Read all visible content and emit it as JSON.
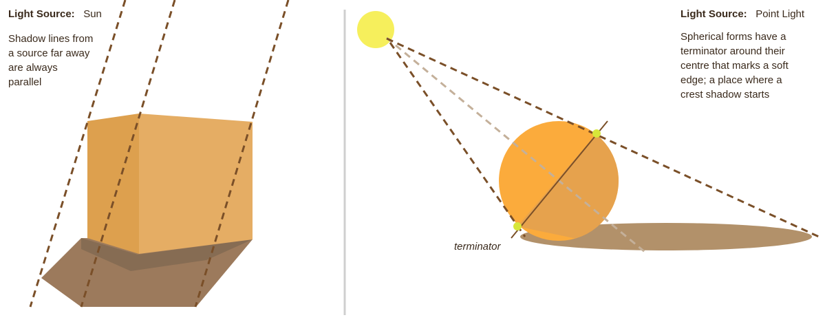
{
  "left_panel": {
    "light_source_label": "Light Source:",
    "light_source_value": "Sun",
    "description": "Shadow lines from\na source far away\nare always\nparallel"
  },
  "right_panel": {
    "light_source_label": "Light Source:",
    "light_source_value": "Point Light",
    "description": "Spherical forms have a\nterminator around their\ncentre that marks a soft\nedge; a place where a\ncrest shadow starts",
    "terminator_label": "terminator"
  },
  "colors": {
    "dash_line": "#7a4f28",
    "dash_line_light": "#c4b09a",
    "cube_front": "#e5ad64",
    "cube_side": "#dda04e",
    "cube_shadow": "#9c7a5c",
    "cube_shadow_inner": "#7e6650",
    "sun": "#f6ef5c",
    "sphere_lit": "#fbab3c",
    "sphere_dark": "#e6a24d",
    "floor_shadow": "#b2916a",
    "terminator_dot": "#d7e63a",
    "divider": "#cfcfcf",
    "text": "#3a2a1c"
  }
}
